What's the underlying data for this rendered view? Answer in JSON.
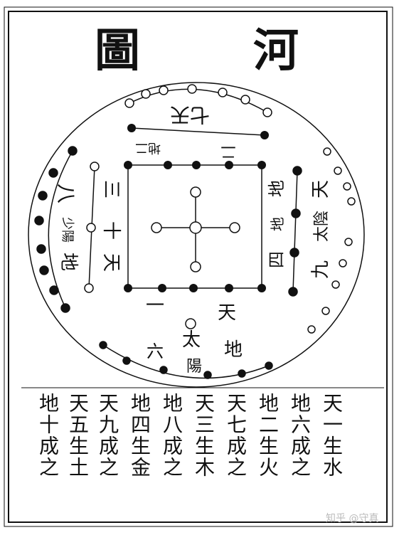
{
  "title": {
    "left": "圖",
    "right": "河"
  },
  "circle_labels": {
    "top": "七天",
    "top_small": "地二",
    "top_inner": "二",
    "left_outer": "八",
    "left_small": "少陽",
    "left_mid": "三",
    "left_ten": "十",
    "left_tian": "天",
    "left_di": "地",
    "right_di": "地",
    "right_tian": "天",
    "right_si": "四",
    "right_mid": "地",
    "right_yin": "太陰",
    "right_nine": "九",
    "bottom_one": "一",
    "bottom_tian": "天",
    "bottom_yang": "太陽",
    "bottom_liu": "六",
    "bottom_di": "地"
  },
  "text_columns": [
    "天一生水",
    "地六成之",
    "地二生火",
    "天七成之",
    "天三生木",
    "地八成之",
    "地四生金",
    "天九成之",
    "天五生土",
    "地十成之"
  ],
  "watermark": "知乎 @守真"
}
